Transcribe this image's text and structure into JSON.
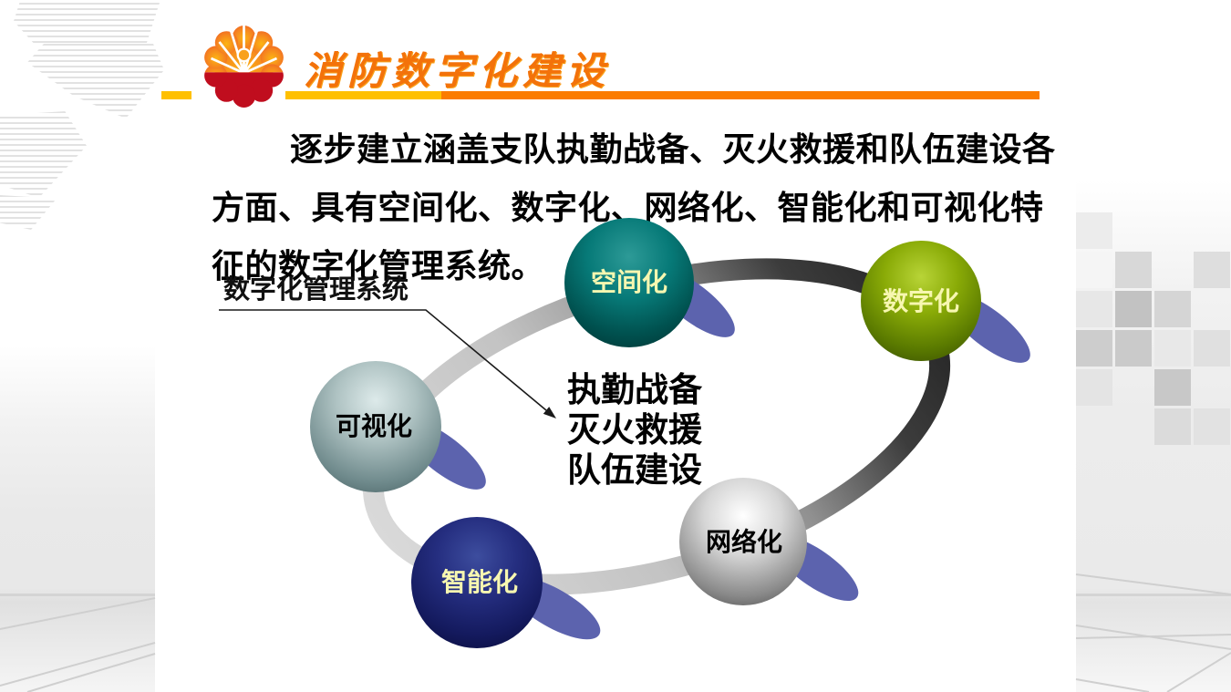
{
  "header": {
    "title": "消防数字化建设",
    "title_color": "#f3720a",
    "logo_icon": "petrochina-flower-logo",
    "bar_colors": {
      "yellow": "#ffc000",
      "orange": "#fb7c00"
    }
  },
  "paragraph": {
    "lines": [
      "逐步建立涵盖支队执勤战备、灭火救援和队伍建设各",
      "方面、具有空间化、数字化、网络化、智能化和可视化特",
      "征的数字化管理系统。"
    ]
  },
  "diagram": {
    "callout": {
      "label": "数字化管理系统"
    },
    "center_text": {
      "lines": [
        "执勤战备",
        "灭火救援",
        "队伍建设"
      ]
    },
    "spheres": [
      {
        "id": "spatial",
        "label": "空间化",
        "base_color": "#00706e",
        "label_color": "#f7f7b0"
      },
      {
        "id": "digital",
        "label": "数字化",
        "base_color": "#7ea100",
        "label_color": "#f7f7b0"
      },
      {
        "id": "visual",
        "label": "可视化",
        "base_color": "#7f9a9a",
        "label_color": "#000000"
      },
      {
        "id": "intelligent",
        "label": "智能化",
        "base_color": "#1b2370",
        "label_color": "#f7f7b0"
      },
      {
        "id": "network",
        "label": "网络化",
        "base_color": "#9e9e9e",
        "label_color": "#000000"
      }
    ],
    "shadow_color": "#5c63ae",
    "orbit_colors": {
      "light": "#d9d9d9",
      "dark": "#222222"
    }
  }
}
